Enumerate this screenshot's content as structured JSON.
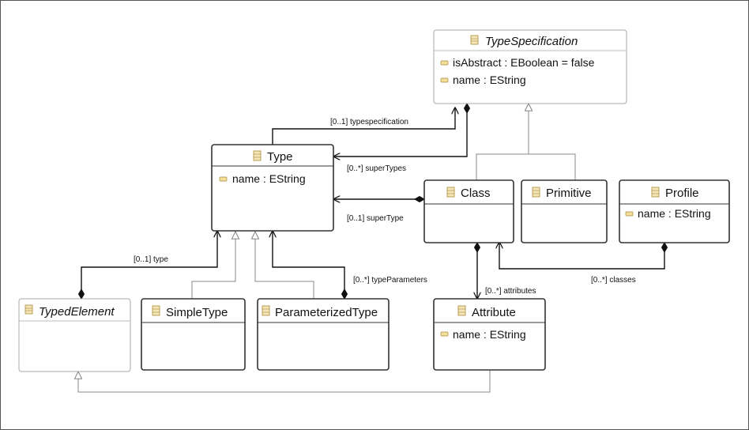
{
  "classes": {
    "typespecification": {
      "name": "TypeSpecification",
      "attrs": [
        "isAbstract : EBoolean = false",
        "name : EString"
      ]
    },
    "type": {
      "name": "Type",
      "attrs": [
        "name : EString"
      ]
    },
    "class": {
      "name": "Class"
    },
    "primitive": {
      "name": "Primitive"
    },
    "profile": {
      "name": "Profile",
      "attrs": [
        "name : EString"
      ]
    },
    "typedelement": {
      "name": "TypedElement"
    },
    "simpletype": {
      "name": "SimpleType"
    },
    "parameterizedtype": {
      "name": "ParameterizedType"
    },
    "attribute": {
      "name": "Attribute",
      "attrs": [
        "name : EString"
      ]
    }
  },
  "edges": {
    "typespecification": "[0..1] typespecification",
    "supertypes": "[0..*] superTypes",
    "supertype": "[0..1] superType",
    "type": "[0..1] type",
    "typeparameters": "[0..*] typeParameters",
    "attributes": "[0..*] attributes",
    "classes": "[0..*] classes"
  }
}
